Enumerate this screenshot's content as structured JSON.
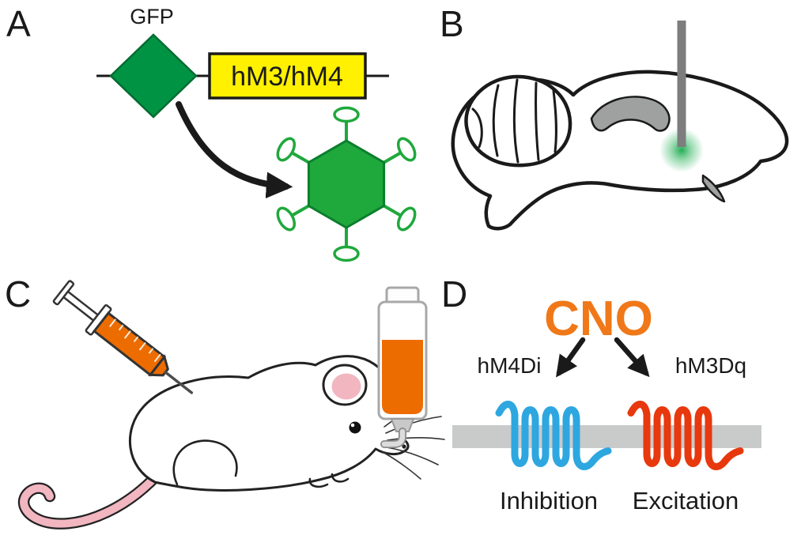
{
  "panel_a": {
    "letter": "A",
    "gfp_label": "GFP",
    "construct_label": "hM3/hM4"
  },
  "panel_b": {
    "letter": "B"
  },
  "panel_c": {
    "letter": "C"
  },
  "panel_d": {
    "letter": "D",
    "cno_label": "CNO",
    "hm4di_label": "hM4Di",
    "hm3dq_label": "hM3Dq",
    "inhibition_label": "Inhibition",
    "excitation_label": "Excitation"
  },
  "icons": {
    "gfp_diamond": "green-diamond-gene",
    "construct_box": "yellow-gene-cassette",
    "virus": "green-viral-vector-hexagon-with-spikes",
    "brain": "mouse-brain-sagittal-outline",
    "electrode": "gray-injection-cannula",
    "injection_site": "green-glow-spot",
    "syringe": "orange-filled-syringe",
    "mouse": "white-lab-mouse-side-view",
    "water_bottle": "drinking-bottle-with-orange-solution",
    "membrane": "gray-cell-membrane-bar",
    "receptor_left": "blue-7tm-receptor-squiggle",
    "receptor_right": "red-7tm-receptor-squiggle"
  },
  "colors": {
    "green": "#009344",
    "virus_green": "#1FA83C",
    "yellow": "#FFF100",
    "orange": "#ED6C00",
    "cno_orange": "#F07818",
    "blue": "#2EA7E0",
    "red": "#E8380D",
    "membrane_gray": "#C9CACA",
    "electrode_gray": "#7D7D7D",
    "structure_gray": "#9FA0A0",
    "pink": "#F2B6C1"
  }
}
